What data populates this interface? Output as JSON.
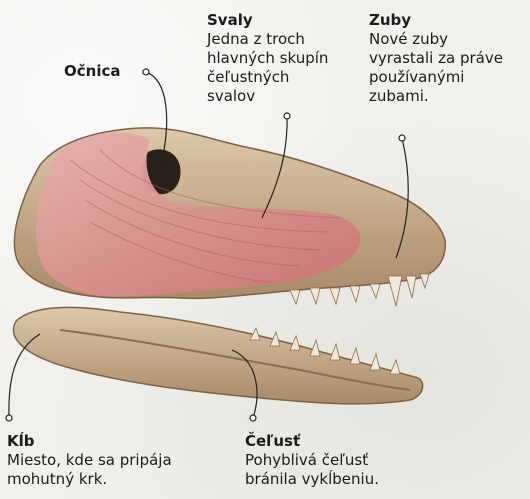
{
  "labels": {
    "ocnica": {
      "title": "Očnica"
    },
    "svaly": {
      "title": "Svaly",
      "lines": [
        "Jedna z troch",
        "hlavných skupín",
        "čeľustných",
        "svalov"
      ]
    },
    "zuby": {
      "title": "Zuby",
      "lines": [
        "Nové zuby",
        "vyrastali za práve",
        "používanými",
        "zubami."
      ]
    },
    "kib": {
      "title": "Kĺb",
      "lines": [
        "Miesto, kde sa pripája",
        "mohutný krk."
      ]
    },
    "celust": {
      "title": "Čeľusť",
      "lines": [
        "Pohyblivá čeľusť",
        "bránila vykĺbeniu."
      ]
    }
  },
  "colors": {
    "bone": "#cdb79a",
    "bone_shadow": "#8a6d52",
    "muscle": "#d99a98",
    "muscle_dark": "#b8585a",
    "tooth": "#f1e8d8",
    "leader": "#222222"
  }
}
